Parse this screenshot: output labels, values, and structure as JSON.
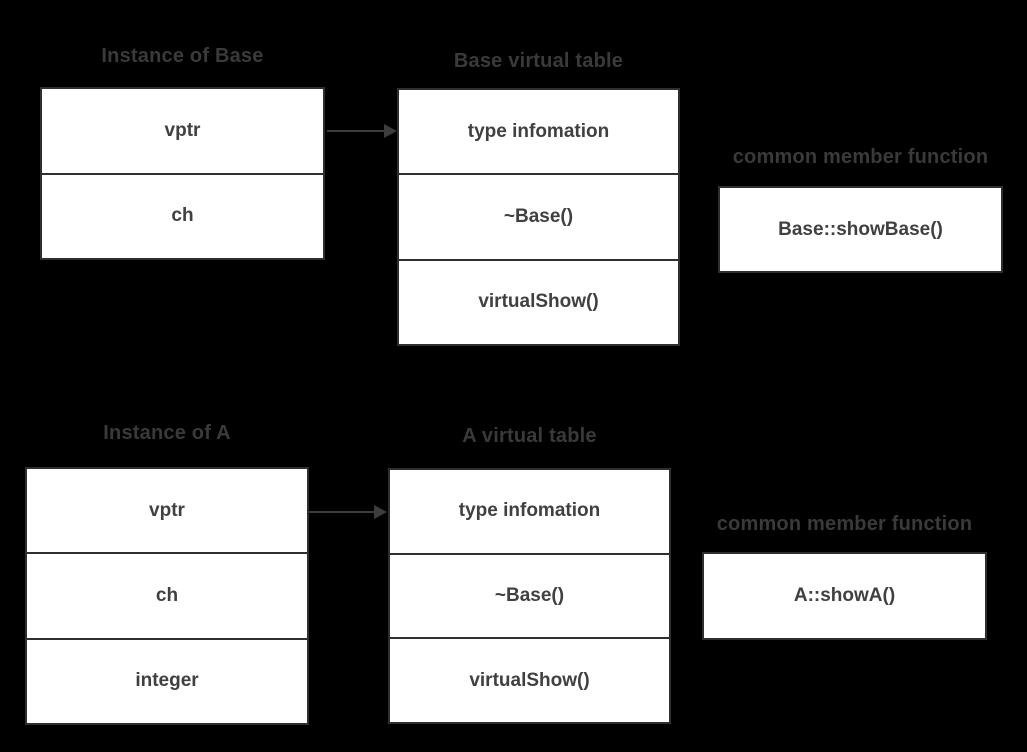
{
  "colors": {
    "background": "#000000",
    "box_fill": "#ffffff",
    "box_border": "#2f2f2f",
    "title_text": "#3a3a3a",
    "cell_text": "#404040",
    "arrow": "#3d3d3d"
  },
  "diagram": {
    "top": {
      "instance": {
        "title": "Instance of Base",
        "rows": [
          "vptr",
          "ch"
        ]
      },
      "vtable": {
        "title": "Base virtual table",
        "rows": [
          "type infomation",
          "~Base()",
          "virtualShow()"
        ]
      },
      "common": {
        "title": "common member function",
        "label": "Base::showBase()"
      }
    },
    "bottom": {
      "instance": {
        "title": "Instance of A",
        "rows": [
          "vptr",
          "ch",
          "integer"
        ]
      },
      "vtable": {
        "title": "A virtual table",
        "rows": [
          "type infomation",
          "~Base()",
          "virtualShow()"
        ]
      },
      "common": {
        "title": "common member function",
        "label": "A::showA()"
      }
    }
  }
}
